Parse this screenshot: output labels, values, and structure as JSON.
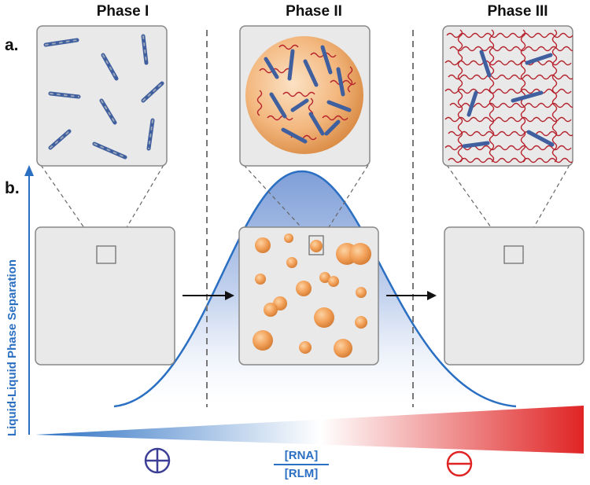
{
  "phases": [
    "Phase I",
    "Phase II",
    "Phase III"
  ],
  "panel_labels": [
    "a.",
    "b."
  ],
  "y_axis_label": "Liquid-Liquid Phase Separation",
  "ratio": {
    "numerator": "[RNA]",
    "denominator": "[RLM]"
  },
  "signs": {
    "left": "positive-sign-icon",
    "right": "negative-sign-icon"
  },
  "colors": {
    "blue": "#2a6fc2",
    "red": "#e02424",
    "droplet": "#f0a055",
    "rna": "#b5202a",
    "peptide": "#3f5f9f",
    "box_bg": "#e9e9e9"
  }
}
